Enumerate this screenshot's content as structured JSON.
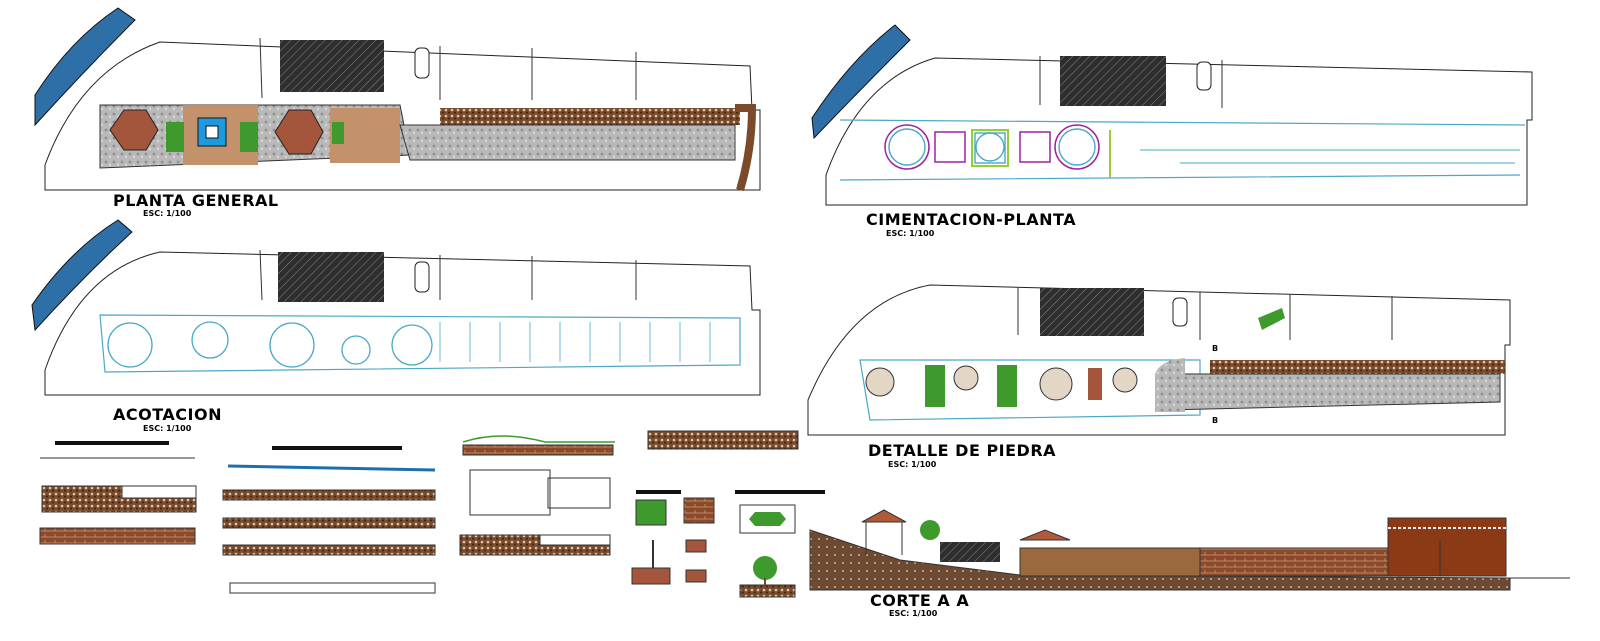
{
  "drawings": [
    {
      "id": "planta-general",
      "title": "PLANTA GENERAL",
      "scale": "ESC: 1/100"
    },
    {
      "id": "cimentacion-planta",
      "title": "CIMENTACION-PLANTA",
      "scale": "ESC: 1/100"
    },
    {
      "id": "acotacion",
      "title": "ACOTACION",
      "scale": "ESC: 1/100"
    },
    {
      "id": "detalle-de-piedra",
      "title": "DETALLE DE PIEDRA",
      "scale": "ESC: 1/100"
    },
    {
      "id": "corte-a-a",
      "title": "CORTE A A",
      "scale": "ESC: 1/100"
    }
  ],
  "section_marks": [
    "B",
    "B"
  ],
  "colors": {
    "river": "#2d6fa6",
    "cobble": "#b9b9b9",
    "brick": "#a4563c",
    "paving": "#c4926a",
    "green": "#3f9a2e",
    "water": "#1e9be0",
    "hatch": "#2e2e2e",
    "cyan_grid": "#4aa8c8",
    "magenta": "#a020a0",
    "earth": "#6e4a32",
    "gravel": "#7b4a2a"
  }
}
